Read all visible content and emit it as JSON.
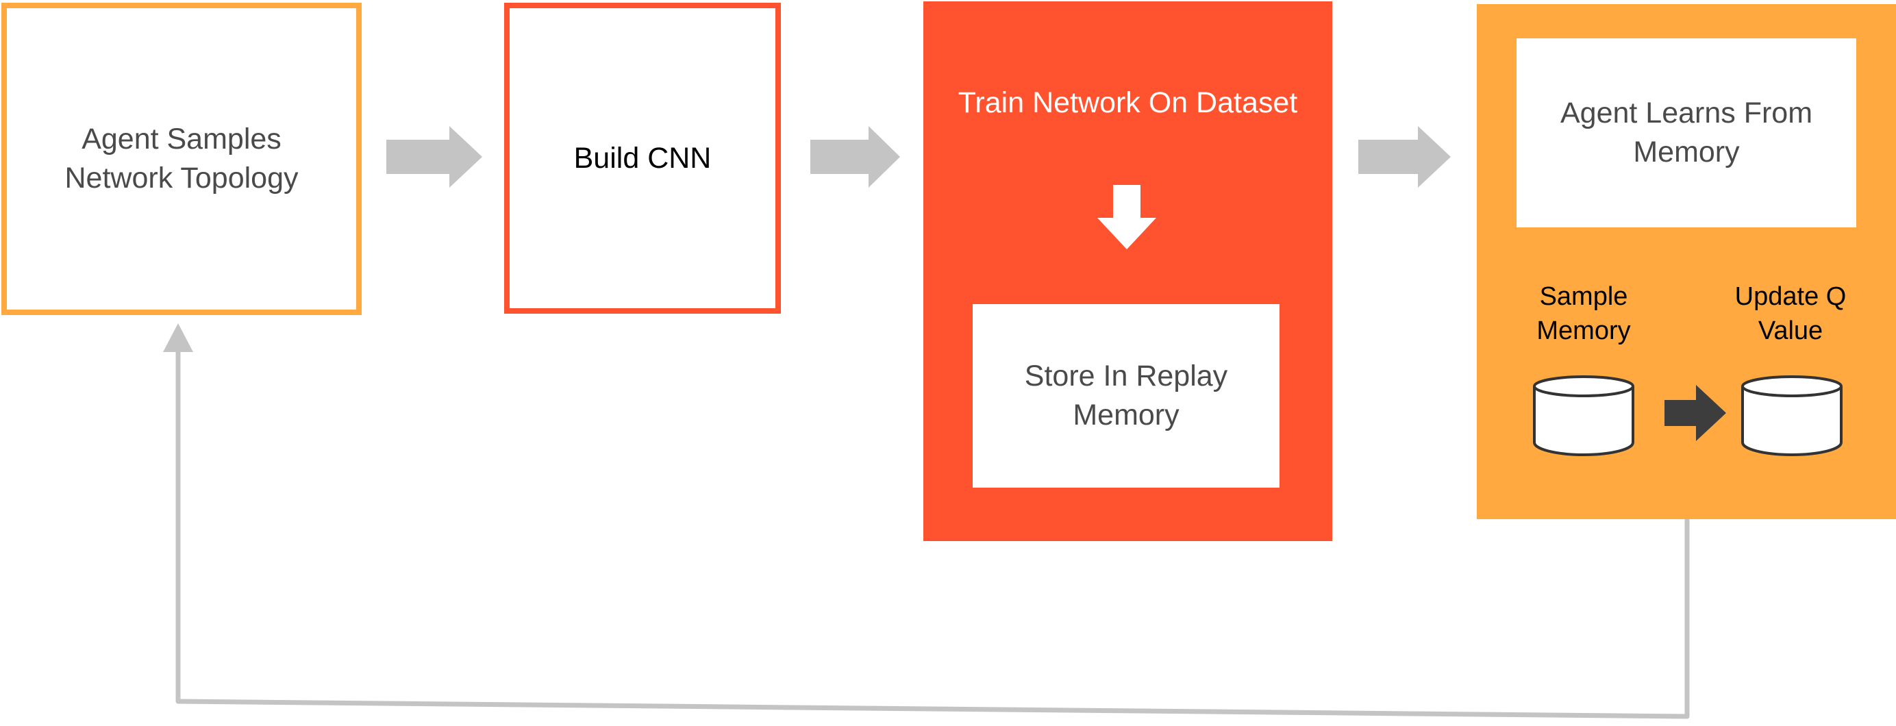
{
  "diagram": {
    "steps": {
      "sample_topology": "Agent Samples\nNetwork Topology",
      "build_cnn": "Build CNN",
      "train_network": "Train Network On Dataset",
      "store_replay": "Store In Replay\nMemory",
      "learn_from_memory": "Agent Learns From\nMemory",
      "sample_memory": "Sample\nMemory",
      "update_q": "Update Q\nValue"
    },
    "colors": {
      "light_orange": "#FFA940",
      "red_orange": "#FF5330",
      "gray_arrow": "#C4C4C4",
      "dark_arrow": "#3D3D3D",
      "text_gray": "#4A4A4A",
      "text_black": "#000000",
      "white": "#FFFFFF"
    },
    "icons": {
      "flow_arrow": "arrow-right-icon",
      "down_arrow": "arrow-down-icon",
      "database": "database-icon",
      "feedback_loop": "loop-arrow-icon"
    }
  }
}
